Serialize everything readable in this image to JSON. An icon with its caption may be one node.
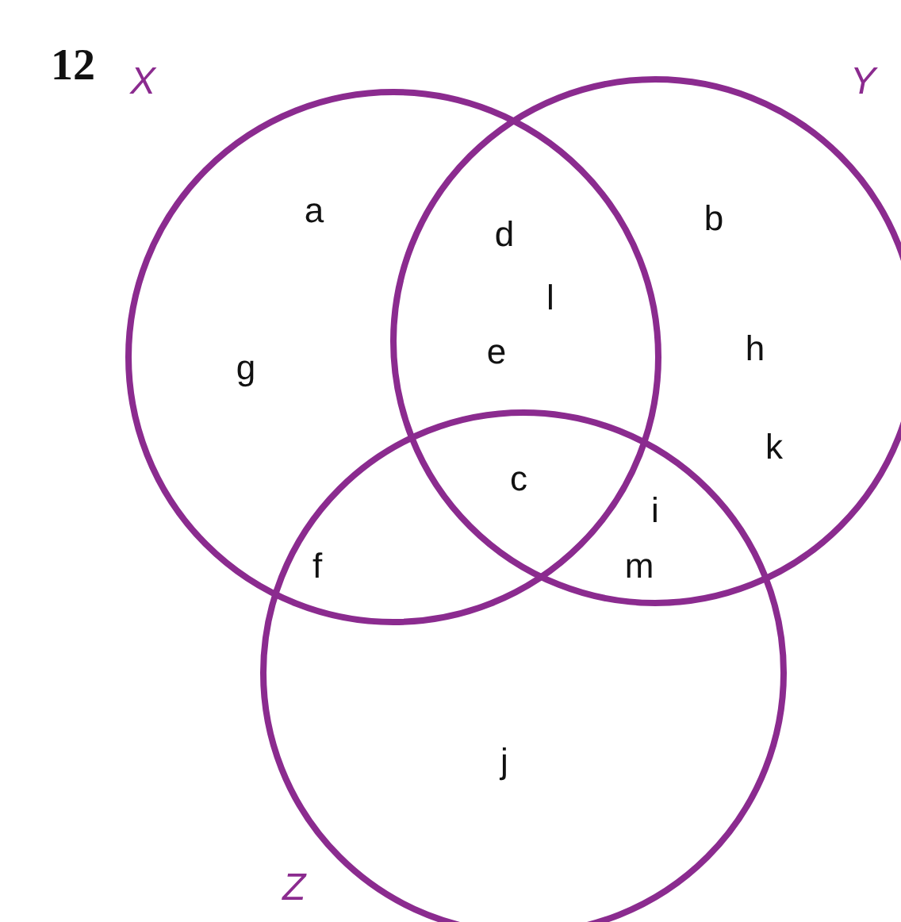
{
  "diagram": {
    "nodes": [
      {
        "text": [
          "X"
        ]
      },
      {
        "text": [
          "Y"
        ]
      },
      {
        "text": [
          "Z"
        ]
      }
    ],
    "labels": [
      "12",
      "a",
      "d",
      "b",
      "l",
      "g",
      "e",
      "h",
      "k",
      "c",
      "i",
      "f",
      "m",
      "j"
    ]
  }
}
